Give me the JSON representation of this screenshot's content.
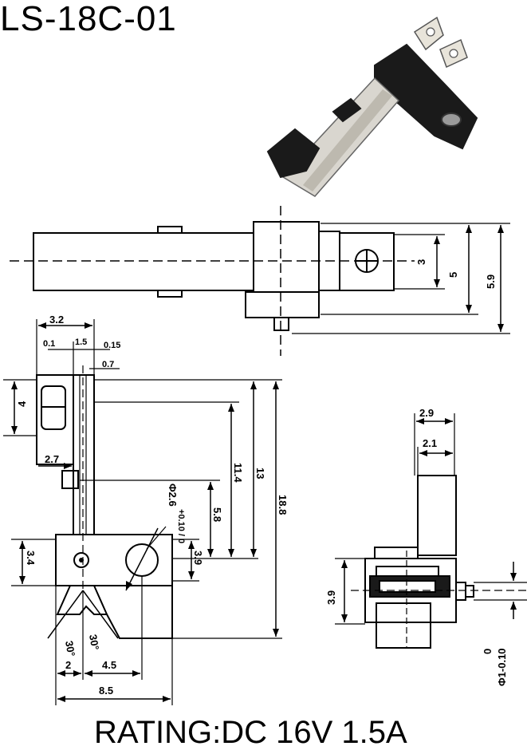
{
  "title": "LS-18C-01",
  "rating": "RATING:DC 16V 1.5A",
  "colors": {
    "ink": "#000000",
    "paper": "#ffffff",
    "body_dark": "#1a1a1a",
    "metal": "#d9d6cf"
  },
  "top_view_dims": {
    "d3": "3",
    "d5": "5",
    "d59": "5.9"
  },
  "front_view_dims": {
    "d32": "3.2",
    "d01": "0.1",
    "d15": "1.5",
    "d015": "0.15",
    "d07": "0.7",
    "d4": "4",
    "d27": "2.7",
    "d13": "13",
    "d114": "11.4",
    "d188": "18.8",
    "d58": "5.8",
    "hole": "Φ2.6",
    "hole_tol": "+0.10 / 0",
    "d34": "3.4",
    "d39": "3.9",
    "a30l": "30°",
    "a30r": "30°",
    "d2": "2",
    "d45": "4.5",
    "d85": "8.5"
  },
  "side_view_dims": {
    "d29": "2.9",
    "d21": "2.1",
    "d39": "3.9",
    "pin": "Φ1-0.10",
    "pin0": "0"
  }
}
